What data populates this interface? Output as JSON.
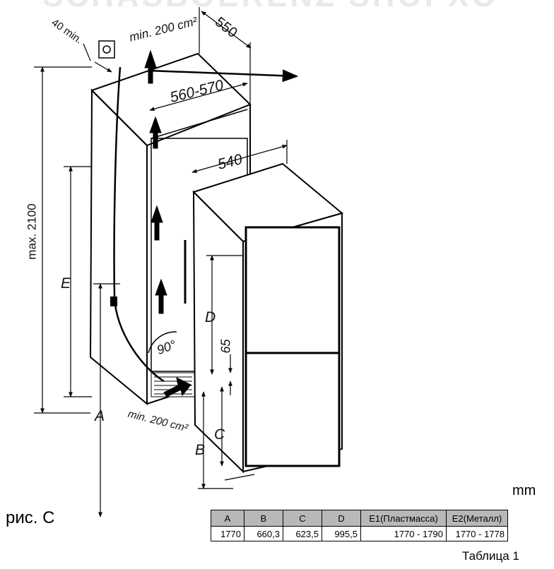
{
  "watermark": "SCHASBOERENZ SHOPXO",
  "dims": {
    "niche_depth": "550",
    "vent_clearance": "40 min.",
    "vent_top": "min. 200 cm²",
    "width": "560-570",
    "depth": "540",
    "max_height": "max. 2100",
    "e": "E",
    "d": "D",
    "gap": "65",
    "angle": "90°",
    "vent_bottom": "min. 200 cm²",
    "a": "A",
    "b": "B",
    "c": "C"
  },
  "unit": "mm",
  "figure_label": "рис. C",
  "table": {
    "headers": [
      "A",
      "B",
      "C",
      "D",
      "E1(Пластмасса)",
      "E2(Металл)"
    ],
    "values": [
      "1770",
      "660,3",
      "623,5",
      "995,5",
      "1770 - 1790",
      "1770 - 1778"
    ],
    "caption": "Таблица 1"
  }
}
